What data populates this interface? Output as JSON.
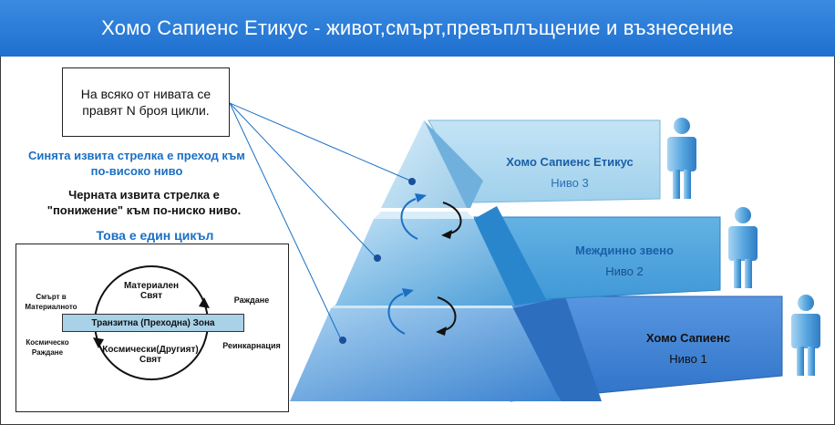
{
  "title": "Хомо Сапиенс Етикус - живот,смърт,превъплъщение и възнесение",
  "callout": "На всяко от нивата се правят N броя цикли.",
  "note_blue": "Синята извита стрелка е преход към по-високо ниво",
  "note_black": "Черната извита стрелка е \"понижение\" към по-ниско ниво.",
  "cycle": {
    "title": "Това е един цикъл",
    "transit_zone": "Транзитна (Преходна) Зона",
    "material_world": "Материален Свят",
    "cosmic_world": "Космически(Другият) Свят",
    "death": "Смърт в Материалното",
    "birth": "Раждане",
    "cosmic_birth": "Космическо Раждане",
    "reincarnation": "Реинкарнация"
  },
  "levels": [
    {
      "name": "Хомо Сапиенс Етикус",
      "number": "Ниво 3",
      "color": "#a6d6ee",
      "name_color": "#1a5fa8"
    },
    {
      "name": "Междинно звено",
      "number": "Ниво 2",
      "color": "#4ea5dc",
      "name_color": "#1a5fa8"
    },
    {
      "name": "Хомо Сапиенс",
      "number": "Ниво 1",
      "color": "#3d7fd0",
      "name_color": "#111111"
    }
  ],
  "colors": {
    "title_bar": "#1f6fd0",
    "arrow_up": "#1a6fc4",
    "arrow_down": "#111111",
    "person": "#6cb2e3"
  }
}
